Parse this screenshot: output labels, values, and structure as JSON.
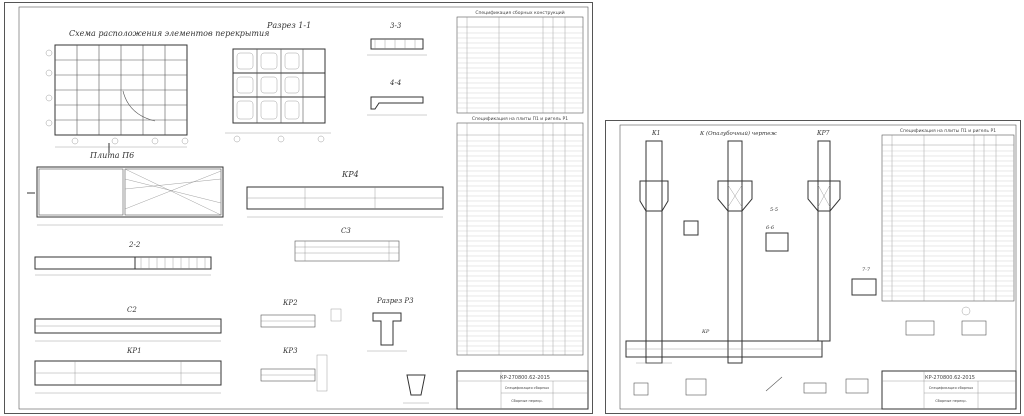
{
  "sheet1": {
    "titles": {
      "plan": "Схема расположения элементов перекрытия",
      "section11": "Разрез 1-1",
      "section33": "3-3",
      "section44": "4-4",
      "plate": "Плита П6",
      "kr4": "КР4",
      "section22": "2-2",
      "c3": "С3",
      "c2": "С2",
      "kr2": "КР2",
      "kr1": "КР1",
      "kr3": "КР3",
      "p3": "Разрез Р3"
    },
    "spec_top_title": "Спецификация сборных конструкций",
    "spec_mid_title": "Спецификация на плиты П1 и ригель Р1",
    "stamp_code": "КР-270800.62-2015",
    "stamp_line1": "Спецификация сборных",
    "stamp_line2": "Сборные перекр."
  },
  "sheet2": {
    "titles": {
      "k1": "К1",
      "k_section": "К (Опалубочный) чертеж",
      "kr7": "КР7",
      "kp": "КР",
      "section55": "5-5",
      "section66": "6-6",
      "section77": "7-7"
    },
    "spec_title": "Спецификация на плиты П1 и ригель Р1",
    "stamp_code": "КР-270800.62-2015",
    "stamp_line1": "Спецификация сборных",
    "stamp_line2": "Сборные перекр."
  }
}
